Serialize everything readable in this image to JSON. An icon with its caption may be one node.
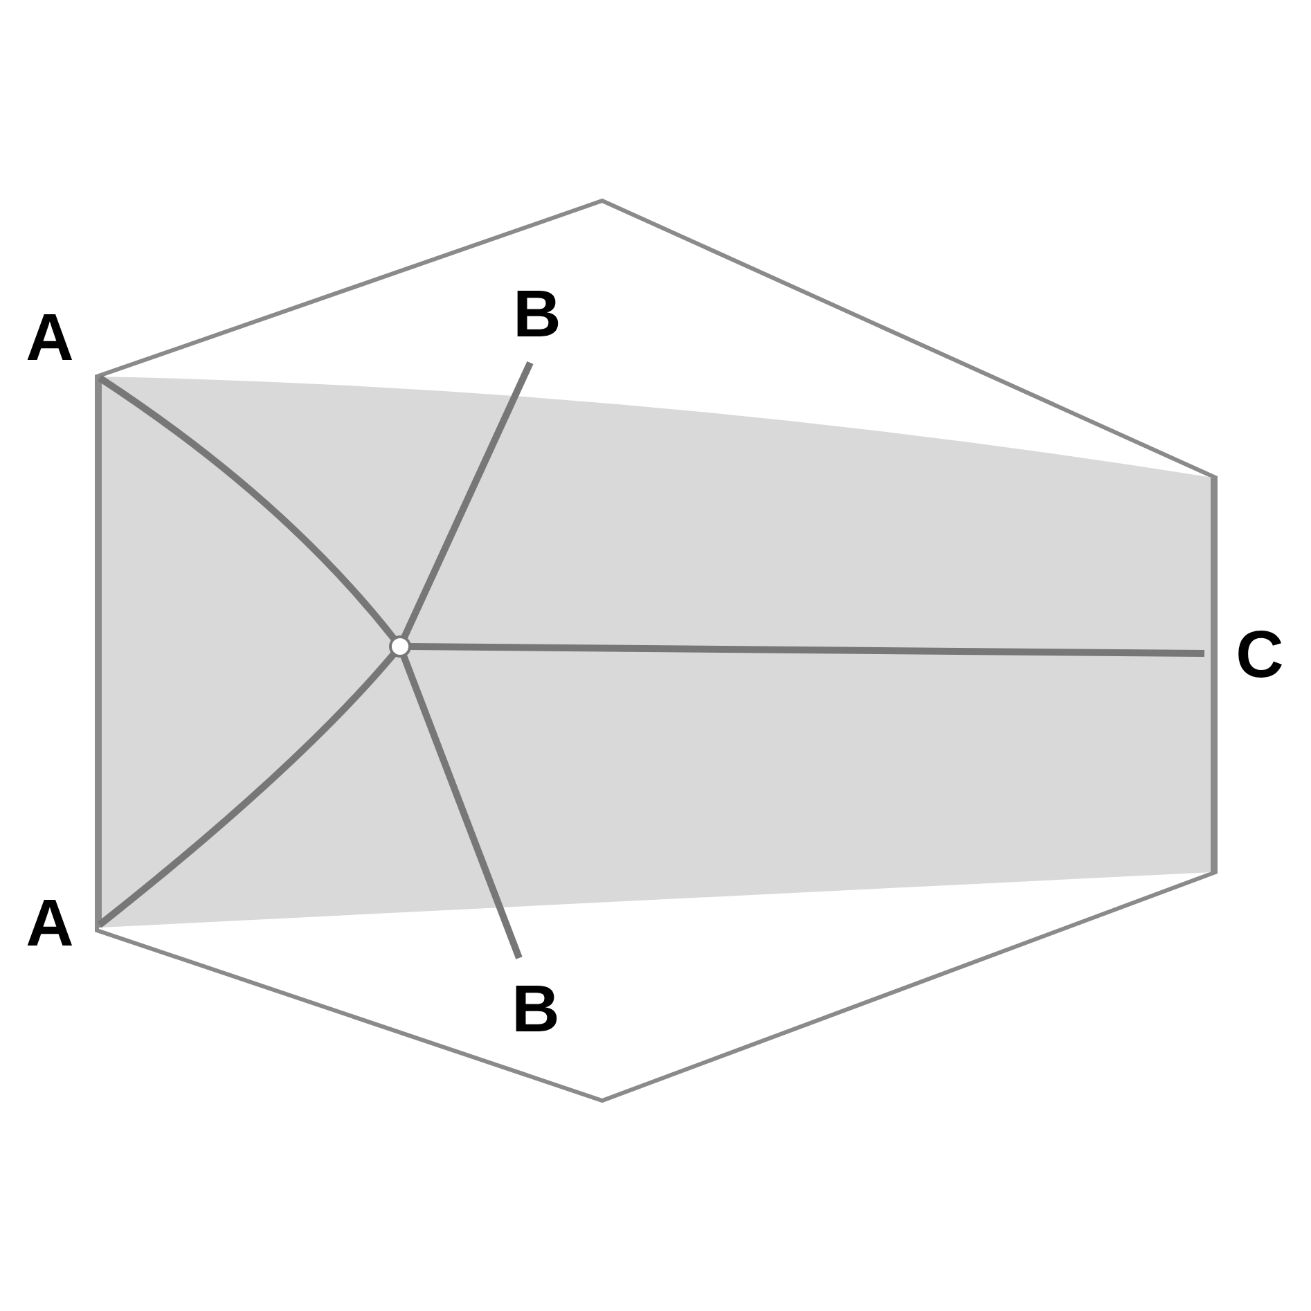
{
  "diagram": {
    "nodes": [
      {
        "text": [
          "A"
        ]
      },
      {
        "text": [
          "B"
        ]
      },
      {
        "text": [],
        "shape": "circle"
      },
      {
        "text": [
          "C"
        ]
      },
      {
        "text": [
          "A"
        ]
      },
      {
        "text": [
          "B"
        ]
      }
    ],
    "edges": [
      {
        "from": 2,
        "to": 0,
        "arrow": "none"
      },
      {
        "from": 2,
        "to": 1,
        "arrow": "none"
      },
      {
        "from": 2,
        "to": 3,
        "arrow": "none"
      },
      {
        "from": 2,
        "to": 4,
        "arrow": "none"
      },
      {
        "from": 2,
        "to": 5,
        "arrow": "none"
      }
    ]
  }
}
